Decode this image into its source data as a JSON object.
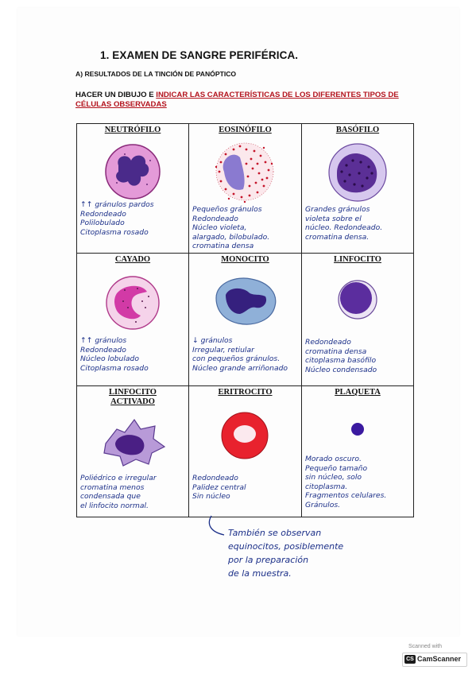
{
  "document": {
    "title": "1.  EXAMEN DE SANGRE PERIFÉRICA.",
    "subtitle": "A) RESULTADOS DE LA TINCIÓN DE PANÓPTICO",
    "instruction_prefix": "HACER UN DIBUJO E ",
    "instruction_highlight": "INDICAR LAS CARACTERÍSTICAS DE LOS DIFERENTES TIPOS DE",
    "instruction_line2": "CÉLULAS OBSERVADAS"
  },
  "cells": [
    {
      "name": "NEUTRÓFILO",
      "notes": [
        "↑↑ gránulos pardos",
        "Redondeado",
        "Polilobulado",
        "Citoplasma rosado"
      ]
    },
    {
      "name": "EOSINÓFILO",
      "notes": [
        "Pequeños gránulos",
        "Redondeado",
        "Núcleo violeta,",
        "alargado, bilobulado.",
        "cromatina densa"
      ]
    },
    {
      "name": "BASÓFILO",
      "notes": [
        "Grandes gránulos",
        "violeta sobre el",
        "núcleo. Redondeado.",
        "cromatina densa."
      ]
    },
    {
      "name": "CAYADO",
      "notes": [
        "↑↑ gránulos",
        "Redondeado",
        "Núcleo lobulado",
        "Citoplasma rosado"
      ]
    },
    {
      "name": "MONOCITO",
      "notes": [
        "↓ gránulos",
        "Irregular, retiular",
        "con pequeños gránulos.",
        "Núcleo grande arriñonado"
      ]
    },
    {
      "name": "LINFOCITO",
      "notes": [
        "Redondeado",
        "cromatina densa",
        "citoplasma basófilo",
        "Núcleo condensado"
      ]
    },
    {
      "name_line1": "LINFOCITO",
      "name_line2": "ACTIVADO",
      "notes": [
        "Poliédrico e irregular",
        "cromatina menos",
        "condensada que",
        "el linfocito normal."
      ]
    },
    {
      "name": "ERITROCITO",
      "notes": [
        "Redondeado",
        "Palidez central",
        "Sin núcleo"
      ]
    },
    {
      "name": "PLAQUETA",
      "notes": [
        "Morado oscuro.",
        "Pequeño tamaño",
        "sin núcleo, solo",
        "citoplasma.",
        "Fragmentos celulares.",
        "Gránulos."
      ]
    }
  ],
  "footnote": [
    "También se observan",
    "equinocitos, posiblemente",
    "por la preparación",
    "de la muestra."
  ],
  "watermark": {
    "scanned_with": "Scanned with",
    "app": "CamScanner",
    "icon_text": "CS"
  },
  "colors": {
    "ink_blue": "#1b2f88",
    "highlight_red": "#b3121c"
  }
}
